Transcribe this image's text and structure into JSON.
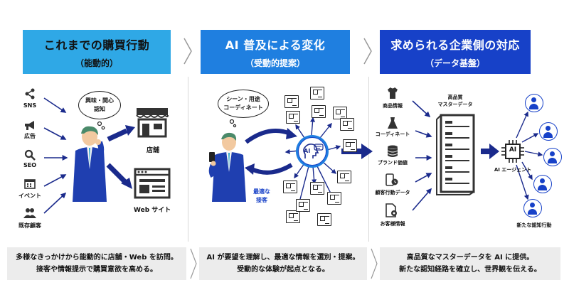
{
  "headers": [
    {
      "title": "これまでの購買行動",
      "subtitle": "（能動的）"
    },
    {
      "title": "AI 普及による変化",
      "subtitle": "（受動的提案）"
    },
    {
      "title": "求められる企業側の対応",
      "subtitle": "（データ基盤）"
    }
  ],
  "col1": {
    "channels": [
      "SNS",
      "広告",
      "SEO",
      "イベント",
      "既存顧客"
    ],
    "bubble": [
      "興味・関心",
      "認知"
    ],
    "store": "店舗",
    "website": "Web サイト"
  },
  "col2": {
    "bubble": [
      "シーン・用途",
      "コーディネート"
    ],
    "ai_label": "AI",
    "result": [
      "最適な",
      "接客"
    ]
  },
  "col3": {
    "data_types": [
      "商品情報",
      "コーディネート",
      "ブランド価値",
      "顧客行動データ",
      "お客様情報"
    ],
    "master": [
      "高品質",
      "マスターデータ"
    ],
    "chip": "AI",
    "agent": "AI エージェント",
    "outcome": "新たな認知行動"
  },
  "footers": [
    [
      "多様なきっかけから能動的に店舗・Web を訪問。",
      "接客や情報提示で購買意欲を高める。"
    ],
    [
      "AI が要望を理解し、最適な情報を選別・提案。",
      "受動的な体験が起点となる。"
    ],
    [
      "高品質なマスターデータを AI に提供。",
      "新たな認知経路を確立し、世界観を伝える。"
    ]
  ],
  "colors": {
    "cyan": "#2fa8e6",
    "blue": "#1f7fe0",
    "navy": "#1741c8",
    "arrow": "#1a2a8c",
    "footer_bg": "#ececec"
  }
}
